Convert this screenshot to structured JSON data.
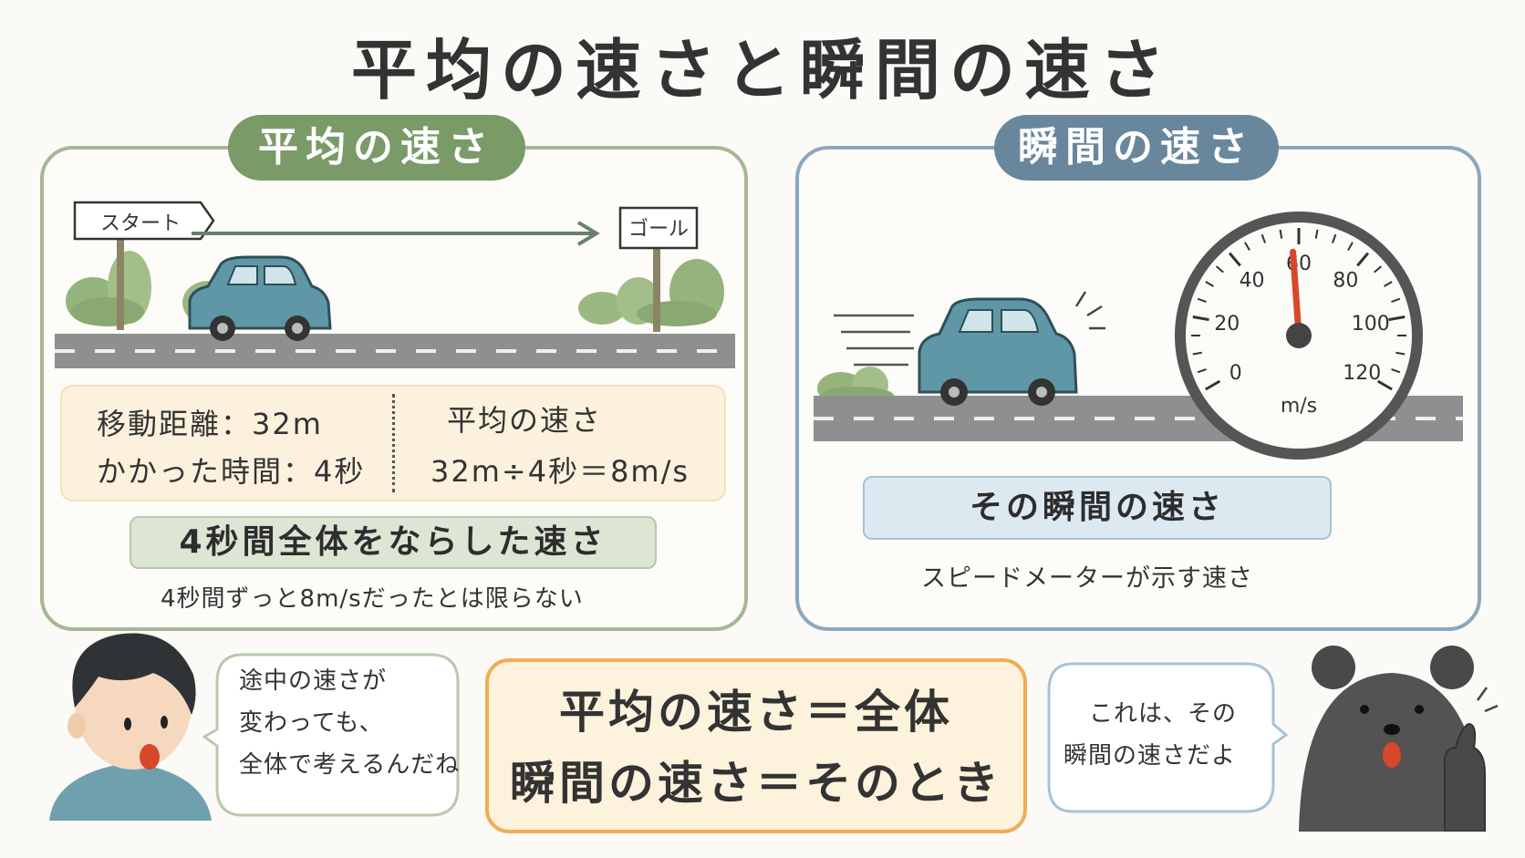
{
  "title": "平均の速さと瞬間の速さ",
  "average": {
    "heading": "平均の速さ",
    "sign_start": "スタート",
    "sign_goal": "ゴール",
    "distance": "移動距離：32m",
    "time": "かかった時間：4秒",
    "calc_label": "平均の速さ",
    "formula": "32m÷4秒＝8m/s",
    "smoothing_note": "4秒間全体をならした速さ",
    "caveat": "4秒間ずっと8m/sだったとは限らない"
  },
  "instant": {
    "heading": "瞬間の速さ",
    "gauge_ticks": [
      "0",
      "20",
      "40",
      "60",
      "80",
      "100",
      "120"
    ],
    "gauge_unit": "m/s",
    "gauge_reading": 58,
    "note": "その瞬間の速さ",
    "caption": "スピードメーターが示す速さ"
  },
  "summary": {
    "line1": "平均の速さ＝全体",
    "line2": "瞬間の速さ＝そのとき"
  },
  "boy_bubble": [
    "途中の速さが",
    "変わっても、",
    "全体で考えるんだね"
  ],
  "bear_bubble": [
    "これは、その",
    "瞬間の速さだよ"
  ],
  "colors": {
    "green_accent": "#7a9a68",
    "blue_accent": "#68879d",
    "summary_border": "#f1ac56",
    "car": "#5f97a6",
    "needle": "#d9472b"
  }
}
